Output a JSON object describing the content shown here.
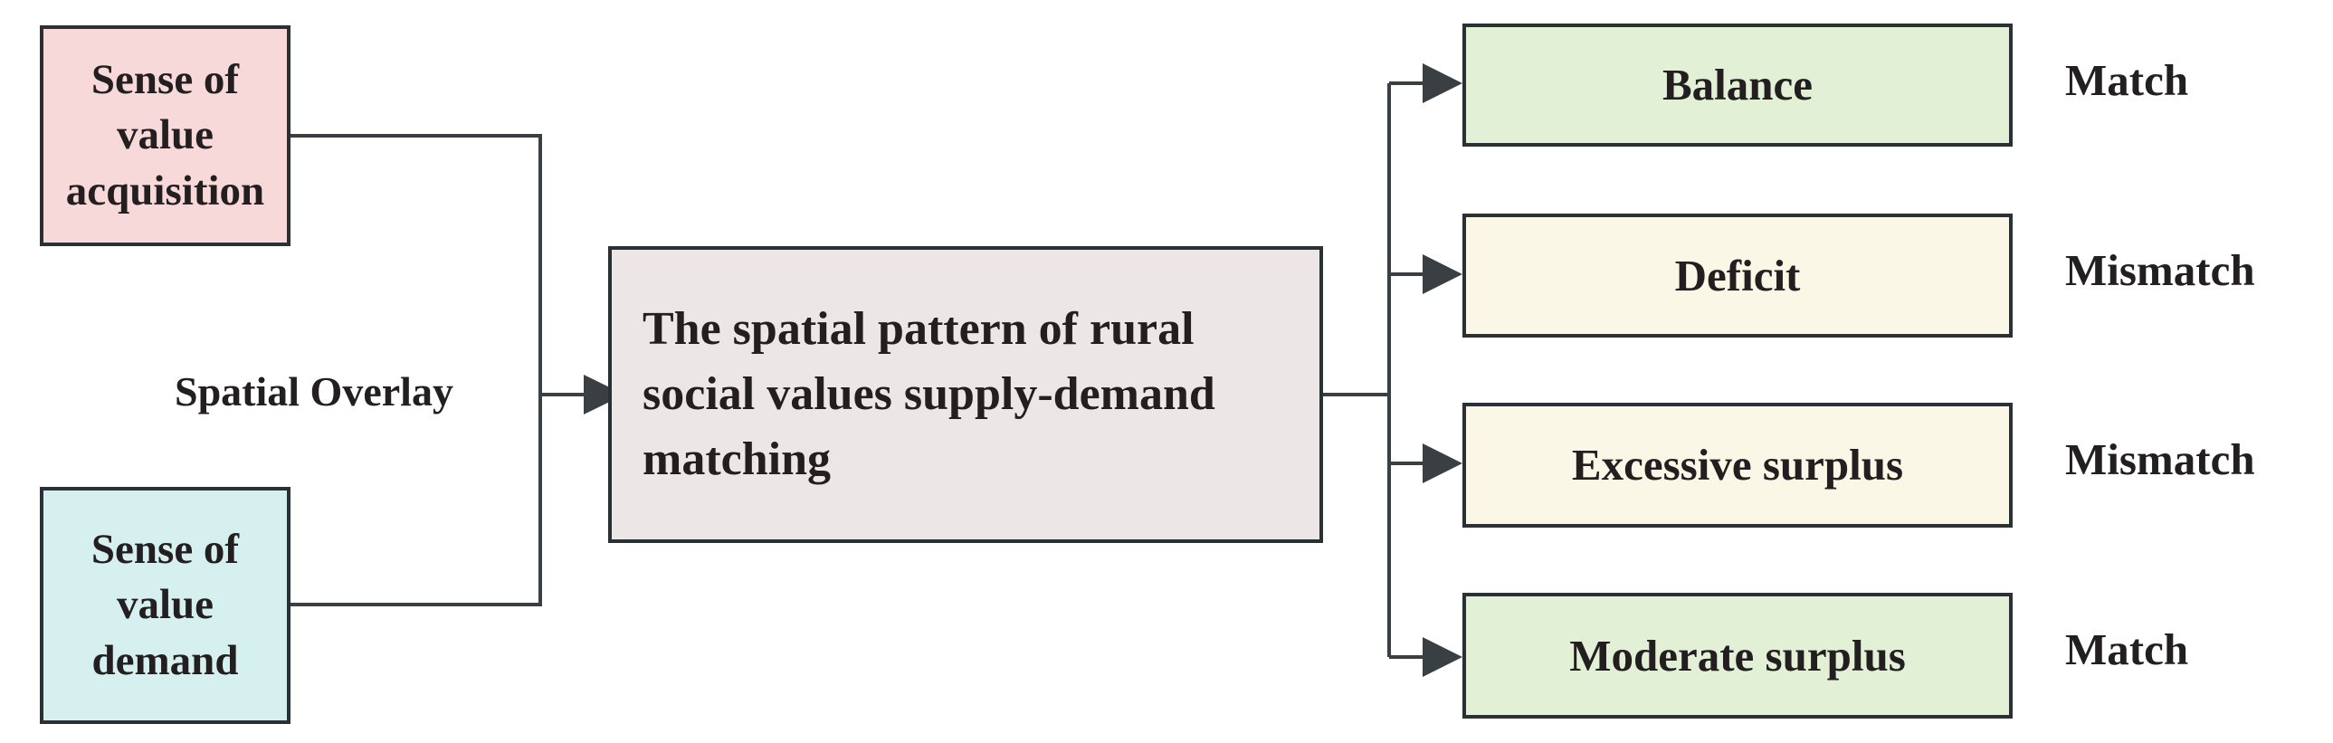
{
  "diagram": {
    "title_present": false,
    "colors": {
      "source_supply_bg": "#f8d9da",
      "source_demand_bg": "#d6f0ef",
      "center_bg": "#ece7e6",
      "outcome_match_bg": "#e2f0d5",
      "outcome_mismatch_bg": "#fbf7e6",
      "border": "#2b3034",
      "connector": "#3a3f43",
      "text": "#231f20"
    },
    "sources": [
      {
        "id": "acquisition",
        "label": "Sense of value acquisition",
        "line1": "Sense of value",
        "line2": "acquisition"
      },
      {
        "id": "demand",
        "label": "Sense of value demand",
        "line1": "Sense of value",
        "line2": "demand"
      }
    ],
    "relation": {
      "label": "Spatial Overlay"
    },
    "center": {
      "label": "The spatial pattern of rural social values supply-demand matching",
      "line1": "The spatial pattern of",
      "line2": "rural social values",
      "line3": "supply-demand matching"
    },
    "outcomes": [
      {
        "id": "balance",
        "label": "Balance",
        "verdict": "Match"
      },
      {
        "id": "deficit",
        "label": "Deficit",
        "verdict": "Mismatch"
      },
      {
        "id": "excessive-surplus",
        "label": "Excessive surplus",
        "verdict": "Mismatch"
      },
      {
        "id": "moderate-surplus",
        "label": "Moderate surplus",
        "verdict": "Match"
      }
    ]
  }
}
